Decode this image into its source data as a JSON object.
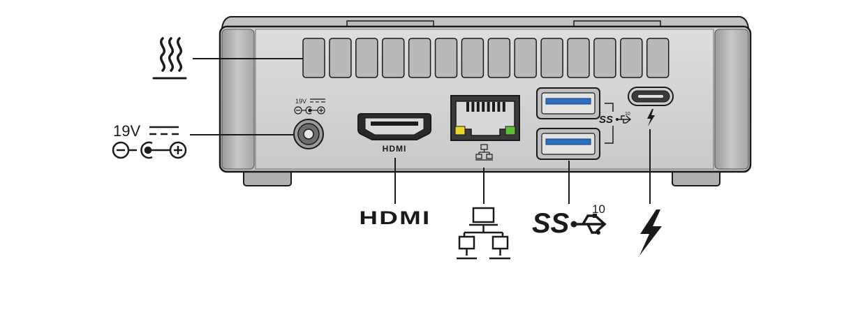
{
  "device": {
    "name": "mini PC rear panel",
    "colors": {
      "panel": "#d3d3d3",
      "outline": "#1a1a1a",
      "usb_blue": "#2d6fc0",
      "led_yellow": "#e6d72a",
      "led_green": "#5fbf3a"
    }
  },
  "ports": {
    "vent": {
      "icon": "heat-vent-icon"
    },
    "dc_power": {
      "panel_label": "19V",
      "callout_label": "19V",
      "icon": "dc-polarity-icon"
    },
    "hdmi": {
      "panel_label": "HDMI",
      "callout_label": "HDMI",
      "icon": "hdmi-icon"
    },
    "ethernet": {
      "icon": "network-icon"
    },
    "usb": {
      "panel_superscript": "10",
      "callout_superscript": "10",
      "icon": "superspeed-usb-icon"
    },
    "thunderbolt": {
      "icon": "thunderbolt-icon"
    }
  }
}
